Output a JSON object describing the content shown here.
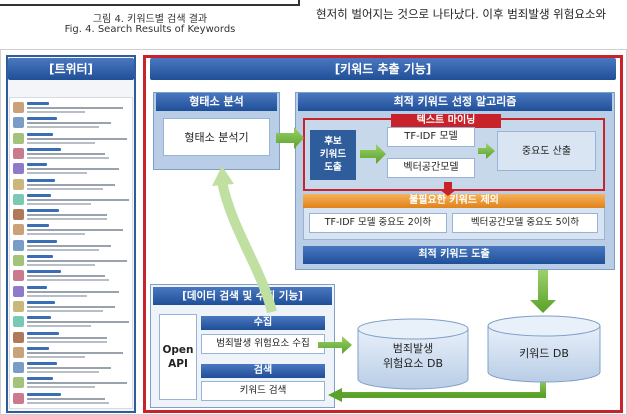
{
  "caption": {
    "ko": "그림 4. 키워드별 검색 결과",
    "en": "Fig. 4. Search Results of Keywords"
  },
  "body_text": "현저히 벌어지는 것으로 나타났다. 이후 범죄발생 위험요소와",
  "twitter": {
    "title": "[트위터]"
  },
  "keyword_extraction": {
    "title": "[키워드 추출 기능]",
    "morph": {
      "title": "형태소 분석",
      "analyzer": "형태소 분석기"
    },
    "algorithm": {
      "title": "최적 키워드 선정 알고리즘",
      "text_mining": "텍스트 마이닝",
      "candidate_lines": [
        "후보",
        "키워드",
        "도출"
      ],
      "tfidf": "TF-IDF 모델",
      "vector": "벡터공간모델",
      "importance": "중요도 산출",
      "remove_title": "불필요한 키워드 제외",
      "remove_tfidf": "TF-IDF 모델 중요도 2이하",
      "remove_vector": "벡터공간모델 중요도 5이하",
      "final": "최적 키워드 도출"
    }
  },
  "data_function": {
    "title": "[데이터 검색 및 수집 기능]",
    "api_lines": [
      "Open",
      "API"
    ],
    "collect_title": "수집",
    "collect_item": "범죄발생 위험요소 수집",
    "search_title": "검색",
    "search_item": "키워드 검색"
  },
  "databases": {
    "risk_db_lines": [
      "범죄발생",
      "위험요소 DB"
    ],
    "keyword_db": "키워드 DB"
  },
  "colors": {
    "header_blue": "#2f5d9c",
    "frame_red": "#c8222b",
    "arrow_green": "#6fb83a",
    "panel_blue": "#b9cde6",
    "orange": "#e98f24"
  }
}
